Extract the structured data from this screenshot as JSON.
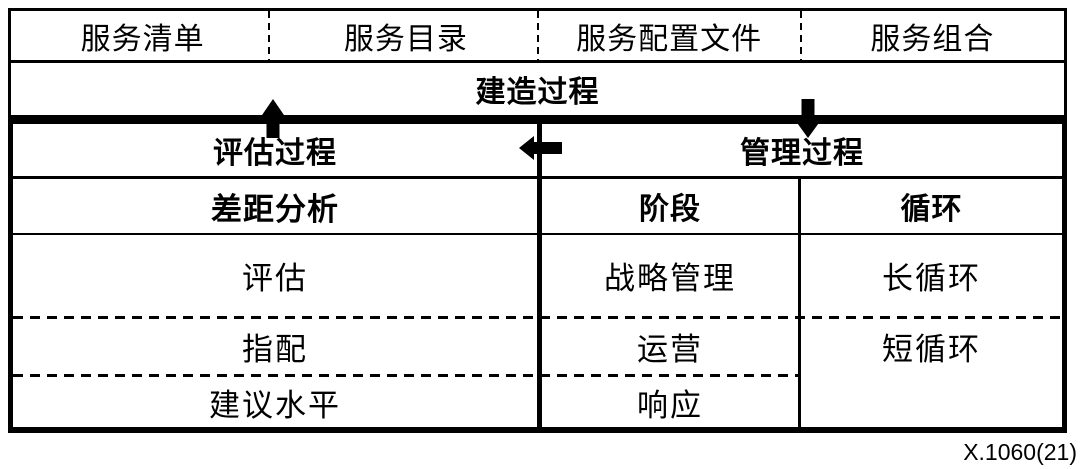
{
  "diagram": {
    "background": "#ffffff",
    "ink": "#000000",
    "service_row": [
      "服务清单",
      "服务目录",
      "服务配置文件",
      "服务组合"
    ],
    "build_process": "建造过程",
    "evaluation_process": "评估过程",
    "management_process": "管理过程",
    "columns": {
      "gap_analysis": {
        "header": "差距分析",
        "rows": [
          "评估",
          "指配",
          "建议水平"
        ]
      },
      "phase": {
        "header": "阶段",
        "rows": [
          "战略管理",
          "运营",
          "响应"
        ]
      },
      "cycle": {
        "header": "循环",
        "rows": [
          "长循环",
          "短循环"
        ]
      }
    },
    "icons": [
      "up-arrow-icon",
      "down-arrow-icon",
      "left-arrow-icon"
    ],
    "caption": "X.1060(21)"
  }
}
